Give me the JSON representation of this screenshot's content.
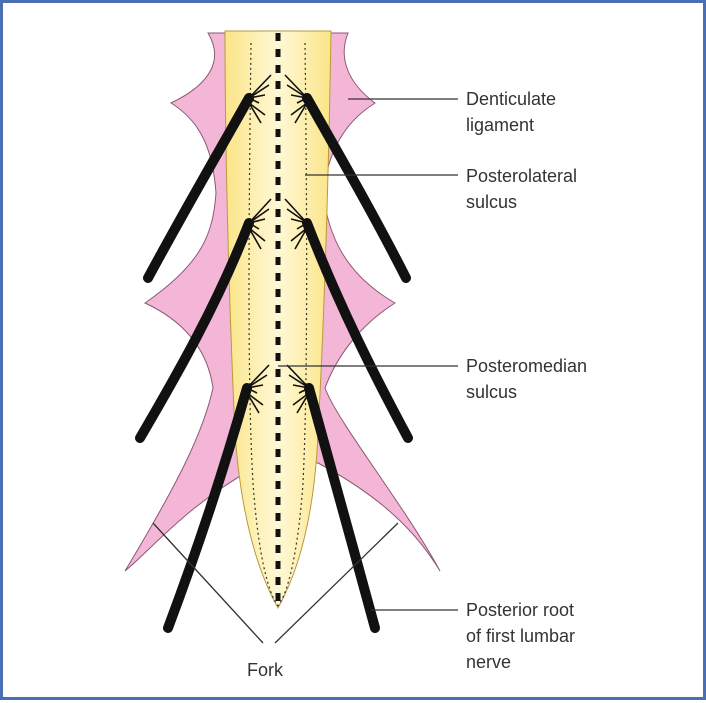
{
  "colors": {
    "ligament": "#f4b6d6",
    "ligament_stroke": "#8a5a75",
    "cord_fill": "#fbe587",
    "cord_light": "#fff8d6",
    "root": "#111111",
    "frame": "#4a6fb3"
  },
  "labels": {
    "denticulate": "Denticulate\nligament",
    "posterolateral": "Posterolateral\nsulcus",
    "posteromedian": "Posteromedian\nsulcus",
    "posterior_root": "Posterior root\nof first lumbar\nnerve",
    "fork": "Fork"
  }
}
